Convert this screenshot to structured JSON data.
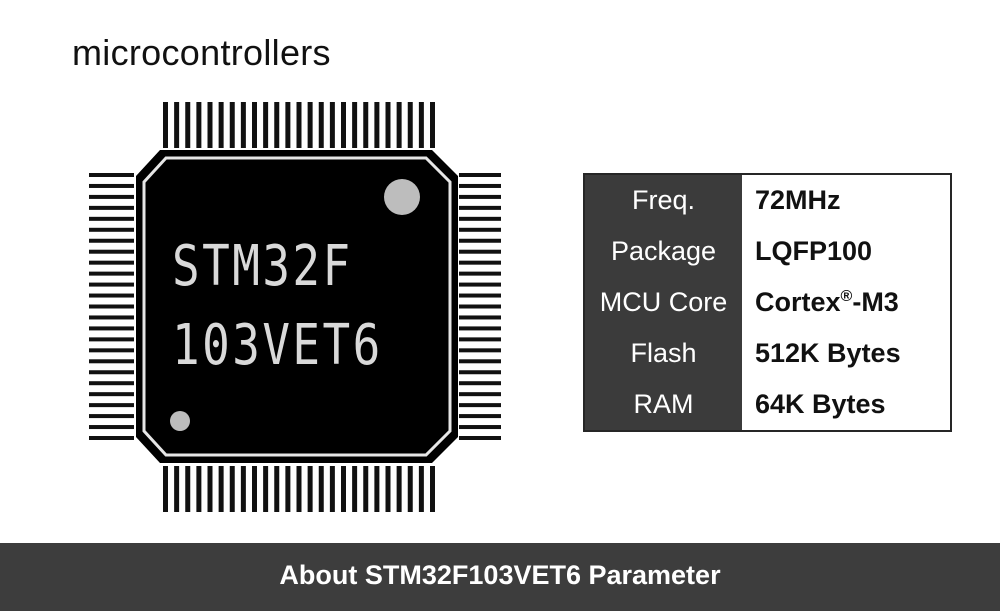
{
  "heading": "microcontrollers",
  "chip": {
    "marking_line1": "STM32F",
    "marking_line2": "103VET6",
    "pins_per_side": 25
  },
  "specs": [
    {
      "label": "Freq.",
      "value": "72MHz"
    },
    {
      "label": "Package",
      "value": "LQFP100"
    },
    {
      "label": "MCU Core",
      "value_pre": "Cortex",
      "value_sup": "®",
      "value_post": "-M3"
    },
    {
      "label": "Flash",
      "value": "512K Bytes"
    },
    {
      "label": "RAM",
      "value": "64K Bytes"
    }
  ],
  "footer": {
    "title": "About STM32F103VET6 Parameter"
  },
  "colors": {
    "chip_body": "#000000",
    "pins": "#111111",
    "marking": "#d9d9d9",
    "label_bg": "#3b3b3b",
    "footer_bg": "#3d3d3d"
  }
}
